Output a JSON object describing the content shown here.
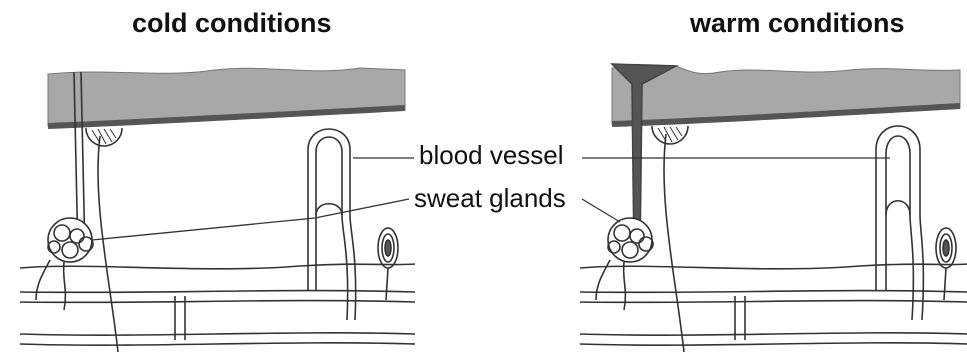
{
  "titles": {
    "cold": "cold conditions",
    "warm": "warm conditions"
  },
  "labels": {
    "blood_vessel": "blood vessel",
    "sweat_glands": "sweat glands"
  },
  "colors": {
    "epidermis": "#a8a8a8",
    "dark_layer": "#555555",
    "line": "#333333",
    "background": "#ffffff"
  }
}
